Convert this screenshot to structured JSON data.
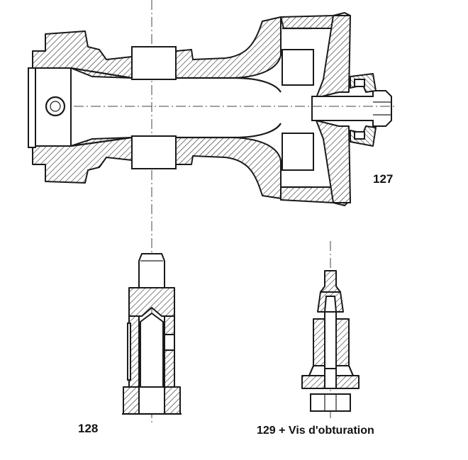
{
  "figures": {
    "fig127": {
      "label": "127"
    },
    "fig128": {
      "label": "128"
    },
    "fig129": {
      "label": "129 + Vis d'obturation"
    }
  }
}
